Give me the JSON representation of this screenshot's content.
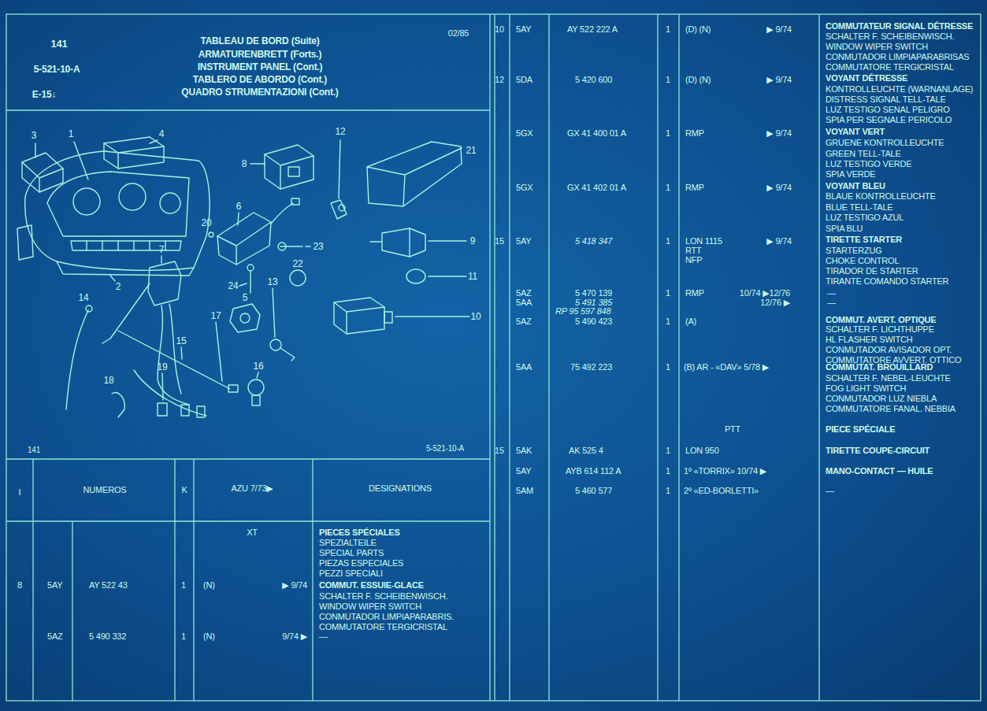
{
  "diagram": {
    "title": "TABLEAU DE BORD (Suite)",
    "nodes": [
      {
        "text": [
          "141",
          "5-521-10-A",
          "E-15↓",
          "ARMATURENBRETT (Forts.)",
          "INSTRUMENT PANEL (Cont.)",
          "TABLERO DE ABORDO (Cont.)",
          "QUADRO STRUMENTAZIONI (Cont.)",
          "02/85"
        ]
      },
      {
        "text": [
          "3",
          "1",
          "4",
          "12",
          "21",
          "8",
          "6",
          "20",
          "23",
          "9",
          "7",
          "2",
          "22",
          "24",
          "13",
          "11",
          "5",
          "14",
          "10",
          "17",
          "15",
          "19",
          "18",
          "16",
          "141",
          "5-521-10-A"
        ]
      }
    ],
    "labels": [
      "I",
      "NUMEROS",
      "K",
      "AZU 7/73▶",
      "DESIGNATIONS",
      "XT",
      "PIECES SPÉCIALES",
      "SPEZIALTEILE",
      "SPECIAL PARTS",
      "PIEZAS ESPECIALES",
      "PEZZI SPECIALI",
      "8",
      "5AY",
      "AY 522 43",
      "1",
      "(N)",
      "▶ 9/74",
      "COMMUT. ESSUIE-GLACE",
      "SCHALTER F. SCHEIBENWISCH.",
      "WINDOW WIPER SWITCH",
      "CONMUTADOR LIMPIAPARABRIS.",
      "COMMUTATORE TERGICRISTAL",
      "5AZ",
      "5 490 332",
      "1",
      "(N)",
      "9/74 ▶",
      "—",
      "10",
      "5AY",
      "AY 522 222 A",
      "1",
      "(D) (N)",
      "▶ 9/74",
      "COMMUTATEUR SIGNAL DÉTRESSE",
      "SCHALTER F. SCHEIBENWISCH.",
      "WINDOW WIPER SWITCH",
      "CONMUTADOR LIMPIAPARABRISAS",
      "COMMUTATORE TERGICRISTAL",
      "12",
      "5DA",
      "5 420 600",
      "1",
      "(D) (N)",
      "▶ 9/74",
      "VOYANT DÉTRESSE",
      "KONTROLLEUCHTE (WARNANLAGE)",
      "DISTRESS SIGNAL TELL-TALE",
      "LUZ TESTIGO SENAL PELIGRO",
      "SPIA PER SEGNALE PERICOLO",
      "5GX",
      "GX 41 400 01 A",
      "1",
      "RMP",
      "▶ 9/74",
      "VOYANT VERT",
      "GRUENE KONTROLLEUCHTE",
      "GREEN TELL-TALE",
      "LUZ TESTIGO VERDE",
      "SPIA VERDE",
      "5GX",
      "GX 41 402 01 A",
      "1",
      "RMP",
      "▶ 9/74",
      "VOYANT BLEU",
      "BLAUE KONTROLLEUCHTE",
      "BLUE TELL-TALE",
      "LUZ TESTIGO AZUL",
      "SPIA BLU",
      "15",
      "5AY",
      "5 418 347",
      "1",
      "LON 1115",
      "RTT",
      "NFP",
      "▶ 9/74",
      "TIRETTE STARTER",
      "STARTERZUG",
      "CHOKE CONTROL",
      "TIRADOR DE STARTER",
      "TIRANTE COMANDO STARTER",
      "5AZ",
      "5 470 139",
      "1",
      "RMP",
      "10/74 ▶12/76",
      "—",
      "5AA",
      "5 491 385",
      "12/76 ▶",
      "—",
      "RP 95 597 848",
      "5AZ",
      "5 490 423",
      "1",
      "(A)",
      "COMMUT. AVERT. OPTIQUE",
      "SCHALTER F. LICHTHUPPE",
      "HL FLASHER SWITCH",
      "CONMUTADOR AVISADOR OPT.",
      "COMMUTATORE AVVERT. OTTICO",
      "5AA",
      "75 492 223",
      "1",
      "(B) AR - «DAV» 5/78 ▶",
      "COMMUTAT. BROUILLARD",
      "SCHALTER F. NEBEL-LEUCHTE",
      "FOG LIGHT SWITCH",
      "CONMUTADOR LUZ NIEBLA",
      "COMMUTATORE FANAL. NEBBIA",
      "PTT",
      "PIECE SPÉCIALE",
      "15",
      "5AK",
      "AK 525 4",
      "1",
      "LON 950",
      "TIRETTE COUPE-CIRCUIT",
      "5AY",
      "AYB 614 112 A",
      "1",
      "1º «TORRIX» 10/74 ▶",
      "MANO-CONTACT — HUILE",
      "5AM",
      "5 460 577",
      "1",
      "2º «ED-BORLETTI»",
      "—"
    ]
  }
}
